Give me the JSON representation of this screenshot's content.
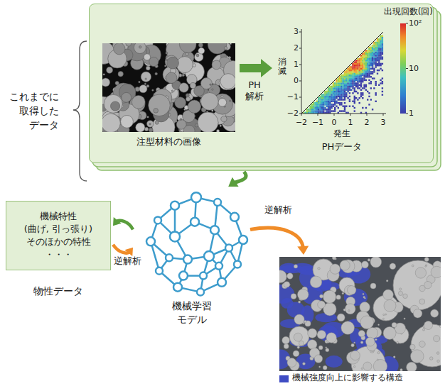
{
  "diagram": {
    "nodes": [
      {
        "text": [
          "これまでに 取得した データ"
        ]
      },
      {
        "text": [
          "注型材料の画像"
        ],
        "in": 0
      },
      {
        "text": [
          "PHデータ"
        ],
        "in": 0
      },
      {
        "text": [
          "機械学習 モデル"
        ]
      },
      {
        "text": [
          "機械特性",
          "(曲げ, 引っ張り)",
          "そのほかの特性",
          "・・・",
          "物性データ"
        ]
      },
      {
        "text": []
      }
    ],
    "edges": [
      {
        "from": 0,
        "to": 3,
        "arrow": "to"
      },
      {
        "from": 1,
        "to": 2,
        "label": "PH 解析",
        "arrow": "to"
      },
      {
        "from": 3,
        "to": 4,
        "arrow": "to"
      },
      {
        "from": 4,
        "to": 3,
        "label": "逆解析",
        "arrow": "to"
      },
      {
        "from": 3,
        "to": 5,
        "label": "逆解析",
        "arrow": "to"
      }
    ],
    "labels": [
      "出現回数(回)",
      "10²",
      "10",
      "1",
      "消滅",
      "3",
      "2",
      "1",
      "0",
      "−1",
      "−2",
      "発生",
      "−2",
      "−1",
      "0",
      "1",
      "2",
      "3"
    ],
    "legend": [
      {
        "text": "機械強度向上に影響する構造",
        "color": "#3f4cc4"
      }
    ]
  }
}
